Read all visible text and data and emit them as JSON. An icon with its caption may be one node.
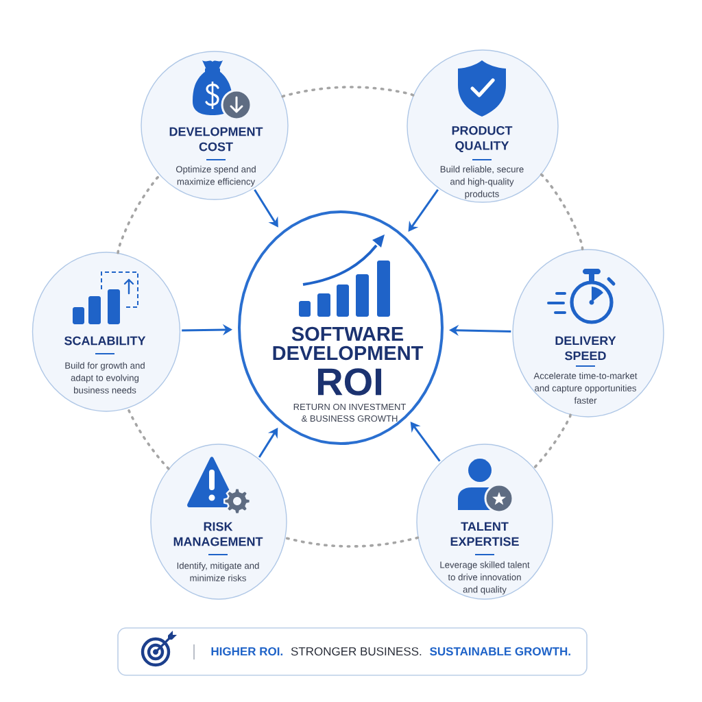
{
  "diagram": {
    "nodes": [
      {
        "text": [
          "DEVELOPMENT COST",
          "Optimize spend and maximize efficiency"
        ]
      },
      {
        "text": [
          "PRODUCT QUALITY",
          "Build reliable, secure and high-quality products"
        ]
      },
      {
        "text": [
          "SCALABILITY",
          "Build for growth and adapt to evolving business needs"
        ]
      },
      {
        "text": [
          "SOFTWARE DEVELOPMENT",
          "ROI",
          "RETURN ON INVESTMENT & BUSINESS GROWTH"
        ]
      },
      {
        "text": [
          "DELIVERY SPEED",
          "Accelerate time-to-market and capture opportunities faster"
        ]
      },
      {
        "text": [
          "RISK MANAGEMENT",
          "Identify, mitigate and minimize risks"
        ]
      },
      {
        "text": [
          "TALENT EXPERTISE",
          "Leverage skilled talent to drive innovation and quality"
        ]
      },
      {
        "text": [
          "HIGHER ROI.",
          "STRONGER BUSINESS.",
          "SUSTAINABLE GROWTH."
        ]
      }
    ],
    "edges": [
      {
        "from": 0,
        "to": 3,
        "arrow": "to"
      },
      {
        "from": 1,
        "to": 3,
        "arrow": "to"
      },
      {
        "from": 2,
        "to": 3,
        "arrow": "to"
      },
      {
        "from": 4,
        "to": 3,
        "arrow": "to"
      },
      {
        "from": 5,
        "to": 3,
        "arrow": "to"
      },
      {
        "from": 6,
        "to": 3,
        "arrow": "to"
      },
      {
        "from": 0,
        "to": 1,
        "arrow": "none",
        "style": "dashed",
        "color": "#a5a5a5"
      },
      {
        "from": 1,
        "to": 4,
        "arrow": "none",
        "style": "dashed",
        "color": "#a5a5a5"
      },
      {
        "from": 4,
        "to": 6,
        "arrow": "none",
        "style": "dashed",
        "color": "#a5a5a5"
      },
      {
        "from": 6,
        "to": 5,
        "arrow": "none",
        "style": "dashed",
        "color": "#a5a5a5"
      },
      {
        "from": 5,
        "to": 2,
        "arrow": "none",
        "style": "dashed",
        "color": "#a5a5a5"
      },
      {
        "from": 2,
        "to": 0,
        "arrow": "none",
        "style": "dashed",
        "color": "#a5a5a5"
      }
    ]
  }
}
